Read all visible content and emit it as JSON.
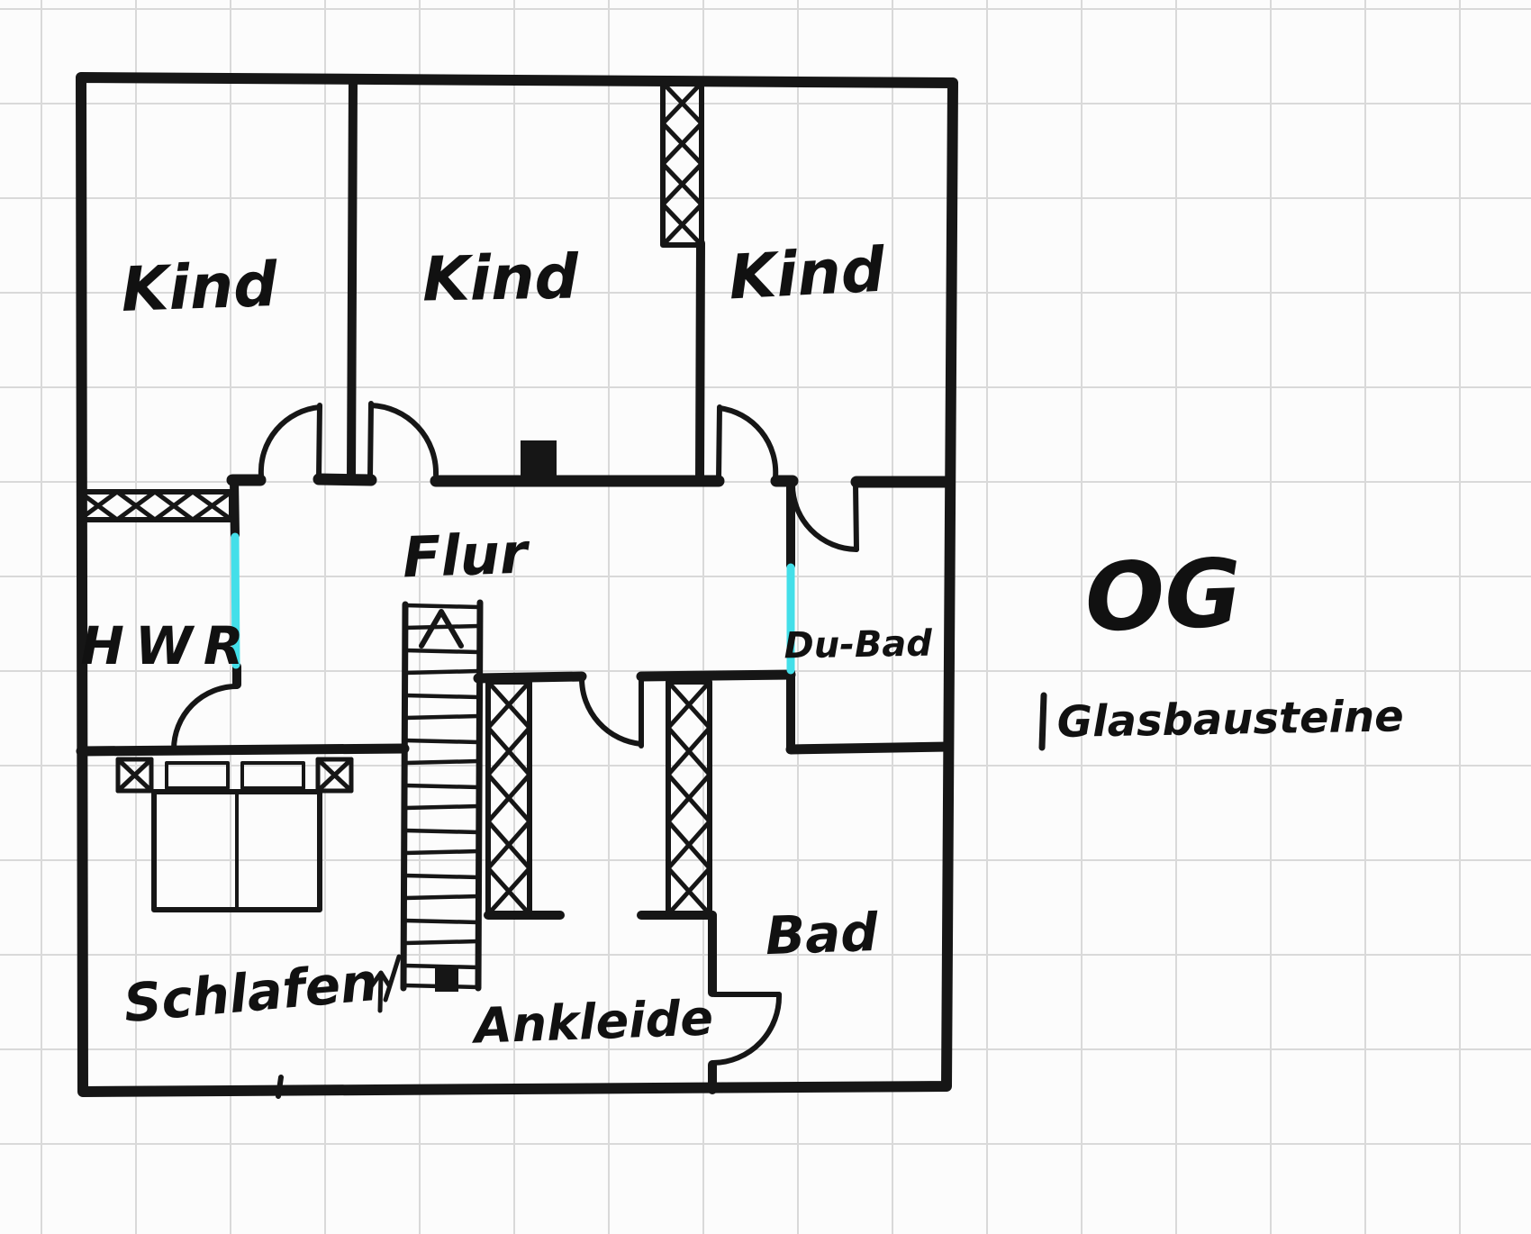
{
  "floor": {
    "label": "OG"
  },
  "legend": {
    "glass_blocks": "Glasbausteine"
  },
  "rooms": {
    "kind_left": "Kind",
    "kind_middle": "Kind",
    "kind_right": "Kind",
    "flur": "Flur",
    "hwr": "HWR",
    "du_bad": "Du-Bad",
    "schlafen": "Schlafen",
    "ankleide": "Ankleide",
    "bad": "Bad"
  },
  "colors": {
    "ink": "#161616",
    "glass": "#43dfe9",
    "grid": "#d9d9d9",
    "paper": "#fcfcfc"
  }
}
